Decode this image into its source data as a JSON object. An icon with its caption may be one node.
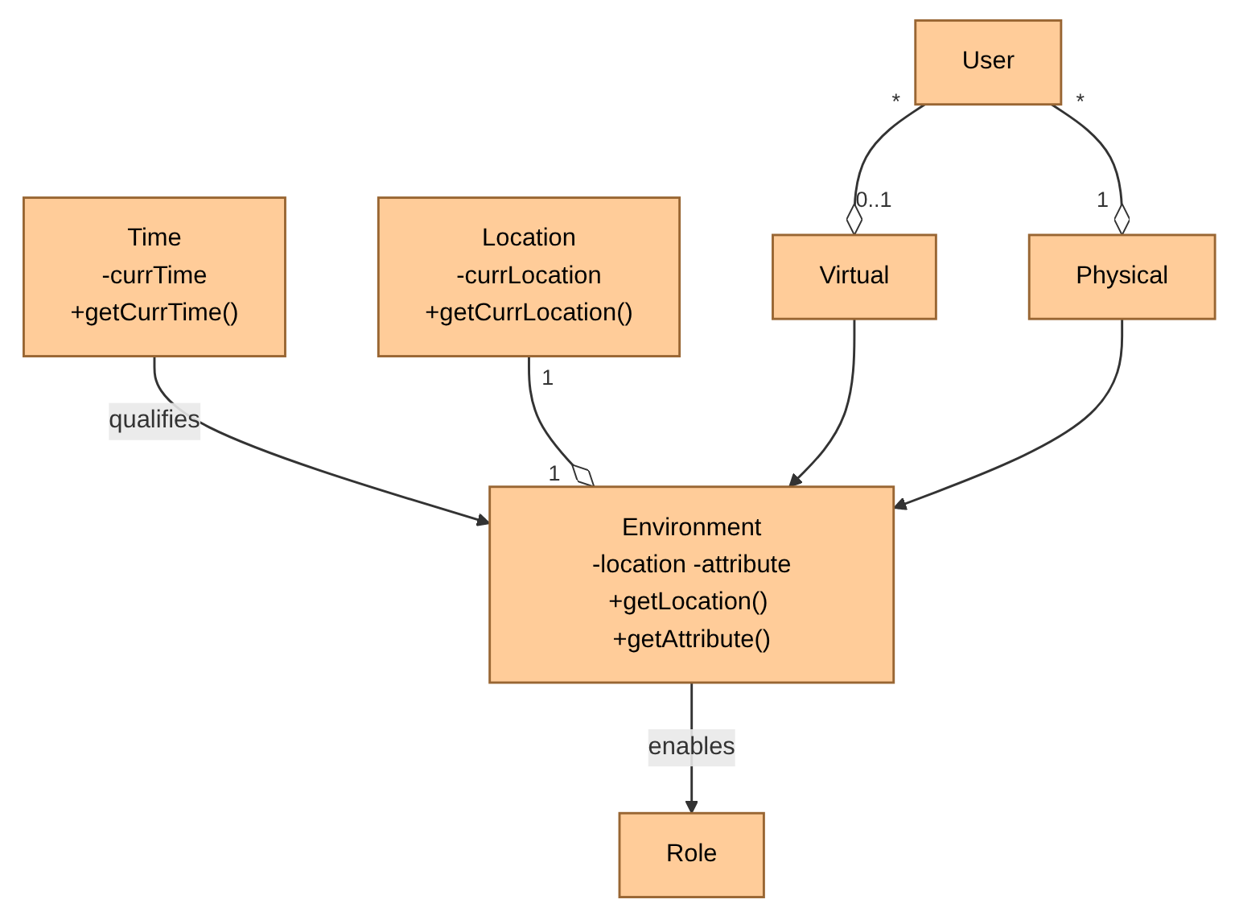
{
  "diagram": {
    "nodes": [
      {
        "text": [
          "Time",
          "-currTime",
          "+getCurrTime()"
        ]
      },
      {
        "text": [
          "Location",
          "-currLocation",
          "+getCurrLocation()"
        ]
      },
      {
        "text": [
          "Environment",
          "-location -attribute",
          "+getLocation() +getAttribute()"
        ]
      },
      {
        "text": [
          "Virtual"
        ]
      },
      {
        "text": [
          "User"
        ]
      },
      {
        "text": [
          "Role"
        ]
      },
      {
        "text": [
          "Physical"
        ]
      }
    ],
    "edges": [
      {
        "from": 0,
        "to": 2,
        "arrow": "to",
        "label": "qualifies"
      },
      {
        "from": 1,
        "to": 2,
        "arrow": "other"
      },
      {
        "from": 3,
        "to": 2,
        "arrow": "to"
      },
      {
        "from": 4,
        "to": 3,
        "arrow": "other"
      },
      {
        "from": 4,
        "to": 6,
        "arrow": "other"
      },
      {
        "from": 2,
        "to": 5,
        "arrow": "to",
        "label": "enables"
      },
      {
        "from": 6,
        "to": 2,
        "arrow": "to"
      }
    ],
    "labels": [
      "1",
      "1",
      "0..1",
      "*",
      "*",
      "1"
    ]
  }
}
